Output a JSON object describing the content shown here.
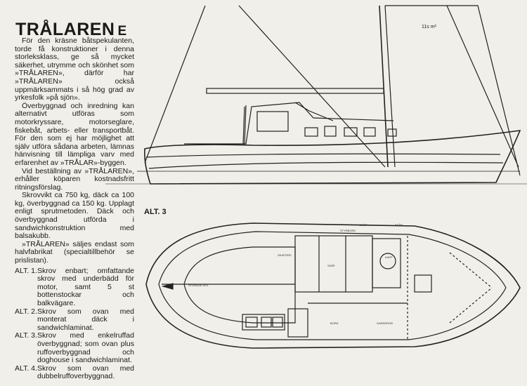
{
  "document": {
    "title": "TRÅLAREN",
    "title_suffix": "E",
    "paragraphs": [
      "För den kräsne båtspekulanten, torde få konstruktioner i denna storleksklass, ge så mycket säkerhet, utrymme och skönhet som »TRÅLAREN», därför har »TRÅLAREN» också uppmärksammats i så hög grad av yrkesfolk »på sjön».",
      "Överbyggnad och inredning kan alternativt utföras som motorkryssare, motorseglare, fiskebåt, arbets- eller transportbåt. För den som ej har möjlighet att själv utföra sådana arbeten, lämnas hänvisning till lämpliga varv med erfarenhet av »TRÅLAR»-byggen.",
      "Vid beställning av »TRÅLAREN», erhåller köparen kostnadsfritt ritningsförslag.",
      "Skrovvikt ca 750 kg, däck ca 100 kg, överbyggnad ca 150 kg. Upplagt enligt sprutmetoden. Däck och överbyggnad utförda i sandwichkonstruktion med balsakubb.",
      "»TRÅLAREN» säljes endast som halvfabrikat (specialtillbehör se prislistan)."
    ],
    "alternatives": [
      {
        "key": "ALT. 1.",
        "text": "Skrov enbart; omfattande skrov med underbädd för motor, samt 5 st bottenstockar och balkvägare."
      },
      {
        "key": "ALT. 2.",
        "text": "Skrov som ovan med monterat däck i sandwichlaminat."
      },
      {
        "key": "ALT. 3.",
        "text": "Skrov med enkelruffad överbyggnad; som ovan plus ruffoverbyggnad och doghouse i sandwichlaminat."
      },
      {
        "key": "ALT. 4.",
        "text": "Skrov som ovan med dubbelruffoverbyggnad."
      }
    ]
  },
  "drawing": {
    "plan_label": "ALT. 3",
    "sail_area_mark": "11s m²",
    "plan_labels": [
      "STYRBORD",
      "SKAFFERI",
      "STORAGE KOJ",
      "SKÅP",
      "BORD",
      "GARDEROB",
      "KAPP",
      "SKÅP",
      "SKÅP"
    ]
  }
}
